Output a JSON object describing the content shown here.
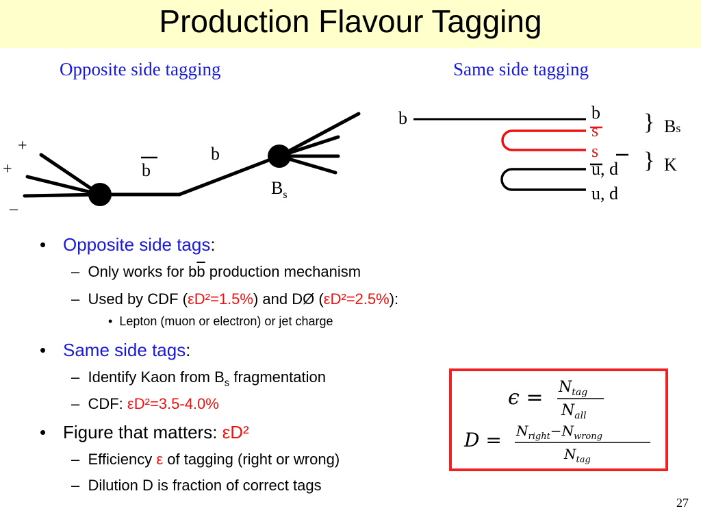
{
  "title": "Production Flavour Tagging",
  "headings": {
    "opposite": "Opposite side tagging",
    "same": "Same side tagging"
  },
  "opposite_diagram": {
    "charges": [
      "+",
      "+",
      "–"
    ],
    "bbar": "b",
    "b": "b",
    "bs_main": "B",
    "bs_sub": "s"
  },
  "same_diagram": {
    "b_left": "b",
    "b_right": "b",
    "s_bar": "s",
    "s": "s",
    "ud_bar": "u, d",
    "ud": "u, d",
    "bs_main": "B",
    "bs_sub": "s",
    "k": "K",
    "brace": "}"
  },
  "bullets": {
    "b1": {
      "head": "Opposite side tags",
      "colon": ":"
    },
    "b1_1": {
      "pre": "Only works for b",
      "bbar": "b",
      "post": " production mechanism"
    },
    "b1_2": {
      "pre": "Used by CDF (",
      "cdf_val": "εD²=1.5%",
      "mid": ") and DØ (",
      "d0_val": "εD²=2.5%",
      "post": "):"
    },
    "b1_2_1": {
      "text": "Lepton (muon or electron) or jet charge"
    },
    "b2": {
      "head": "Same side tags",
      "colon": ":"
    },
    "b2_1": {
      "pre": "Identify Kaon from B",
      "sub": "s",
      "post": " fragmentation"
    },
    "b2_2": {
      "pre": "CDF: ",
      "val": "εD²=3.5-4.0%"
    },
    "b3": {
      "pre": "Figure that matters: ",
      "val": "εD²"
    },
    "b3_1": {
      "pre": "Efficiency ",
      "eps": "ε",
      "post": " of tagging (right or wrong)"
    },
    "b3_2": {
      "text": "Dilution D is fraction of correct tags"
    }
  },
  "formulas": {
    "eps_lhs": "ϵ =",
    "eps_num": "N",
    "eps_num_sub": "tag",
    "eps_den": "N",
    "eps_den_sub": "all",
    "d_lhs": "D =",
    "d_num_a": "N",
    "d_num_a_sub": "right",
    "d_minus": "−",
    "d_num_b": "N",
    "d_num_b_sub": "wrong",
    "d_den": "N",
    "d_den_sub": "tag"
  },
  "page_number": "27",
  "colors": {
    "title_bg": "#ffffcc",
    "accent_blue": "#1a1ad6",
    "accent_red": "#ee1111"
  }
}
